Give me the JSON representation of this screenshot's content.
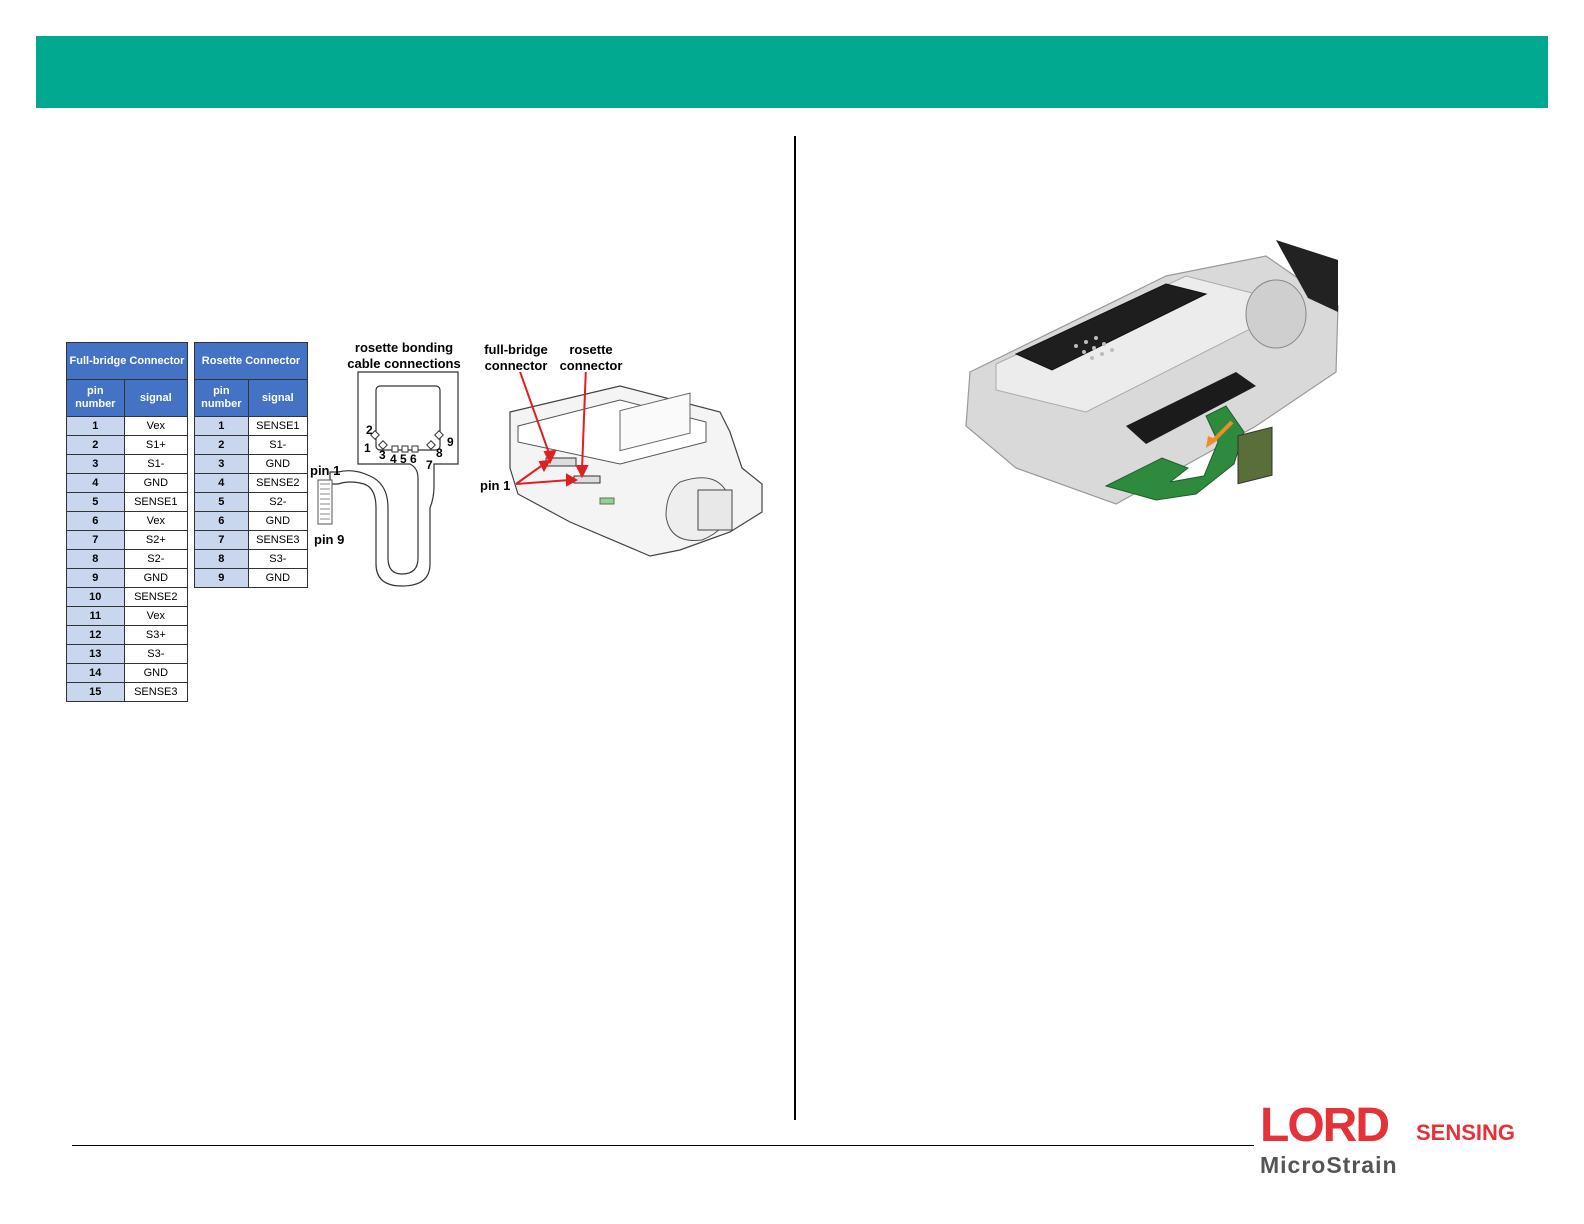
{
  "colors": {
    "header": "#00a98f",
    "table_header": "#4472c4",
    "table_num_cell": "#c9d7ee",
    "logo_red": "#e53238",
    "logo_gray": "#555555",
    "arrow_red": "#e02020"
  },
  "full_bridge_table": {
    "title": "Full-bridge Connector",
    "col_pin": "pin number",
    "col_signal": "signal",
    "rows": [
      {
        "pin": "1",
        "signal": "Vex"
      },
      {
        "pin": "2",
        "signal": "S1+"
      },
      {
        "pin": "3",
        "signal": "S1-"
      },
      {
        "pin": "4",
        "signal": "GND"
      },
      {
        "pin": "5",
        "signal": "SENSE1"
      },
      {
        "pin": "6",
        "signal": "Vex"
      },
      {
        "pin": "7",
        "signal": "S2+"
      },
      {
        "pin": "8",
        "signal": "S2-"
      },
      {
        "pin": "9",
        "signal": "GND"
      },
      {
        "pin": "10",
        "signal": "SENSE2"
      },
      {
        "pin": "11",
        "signal": "Vex"
      },
      {
        "pin": "12",
        "signal": "S3+"
      },
      {
        "pin": "13",
        "signal": "S3-"
      },
      {
        "pin": "14",
        "signal": "GND"
      },
      {
        "pin": "15",
        "signal": "SENSE3"
      }
    ]
  },
  "rosette_table": {
    "title": "Rosette Connector",
    "col_pin": "pin number",
    "col_signal": "signal",
    "rows": [
      {
        "pin": "1",
        "signal": "SENSE1"
      },
      {
        "pin": "2",
        "signal": "S1-"
      },
      {
        "pin": "3",
        "signal": "GND"
      },
      {
        "pin": "4",
        "signal": "SENSE2"
      },
      {
        "pin": "5",
        "signal": "S2-"
      },
      {
        "pin": "6",
        "signal": "GND"
      },
      {
        "pin": "7",
        "signal": "SENSE3"
      },
      {
        "pin": "8",
        "signal": "S3-"
      },
      {
        "pin": "9",
        "signal": "GND"
      }
    ]
  },
  "cable_diagram": {
    "title_line1": "rosette bonding",
    "title_line2": "cable connections",
    "pin1": "pin 1",
    "pin9": "pin 9",
    "pad_numbers": [
      "1",
      "2",
      "3",
      "4",
      "5",
      "6",
      "7",
      "8",
      "9"
    ]
  },
  "node_diagram": {
    "full_bridge_line1": "full-bridge",
    "full_bridge_line2": "connector",
    "rosette_line1": "rosette",
    "rosette_line2": "connector",
    "pin1": "pin 1"
  },
  "logo": {
    "brand": "LORD",
    "sensing": "SENSING",
    "sub": "MicroStrain"
  }
}
